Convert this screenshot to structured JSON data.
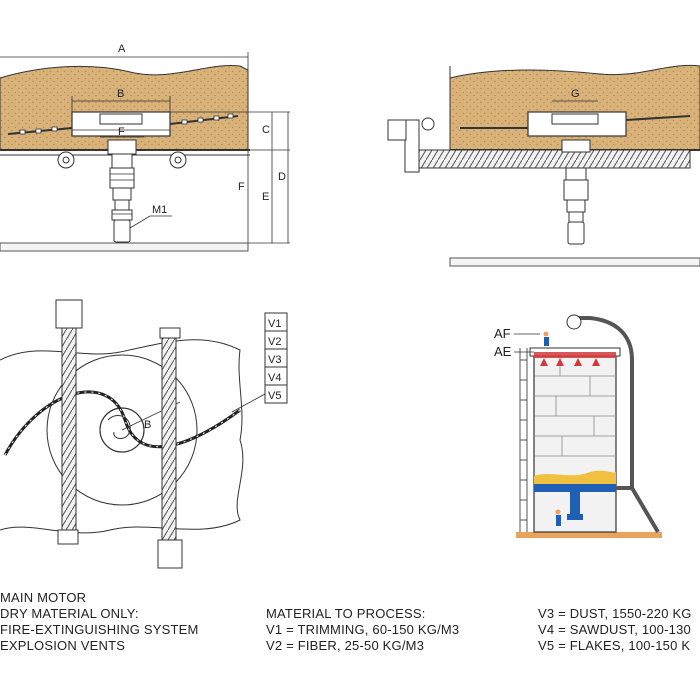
{
  "dimension_labels": {
    "a": "A",
    "b": "B",
    "c": "C",
    "d": "D",
    "e": "E",
    "f_vertical": "F",
    "f_horizontal": "F",
    "g": "G",
    "m1": "M1",
    "b_plan": "B",
    "af": "AF",
    "ae": "AE"
  },
  "valve_labels": [
    "V1",
    "V2",
    "V3",
    "V4",
    "V5"
  ],
  "legend": {
    "left": [
      "MAIN MOTOR",
      "DRY MATERIAL ONLY:",
      "FIRE-EXTINGUISHING SYSTEM",
      "EXPLOSION VENTS"
    ],
    "middle": [
      "MATERIAL TO PROCESS:",
      "V1 = TRIMMING, 60-150 KG/M3",
      "V2 = FIBER, 25-50 KG/M3"
    ],
    "right": [
      "V3 = DUST, 1550-220 KG",
      "V4 = SAWDUST, 100-130",
      "V5 = FLAKES, 100-150 K"
    ]
  },
  "colors": {
    "material": "#d9b27a",
    "material_dots": "#b68a4f",
    "line": "#333333",
    "accent_blue": "#1f5fb4",
    "accent_red": "#d23a3a",
    "floor": "#e8a35c"
  }
}
